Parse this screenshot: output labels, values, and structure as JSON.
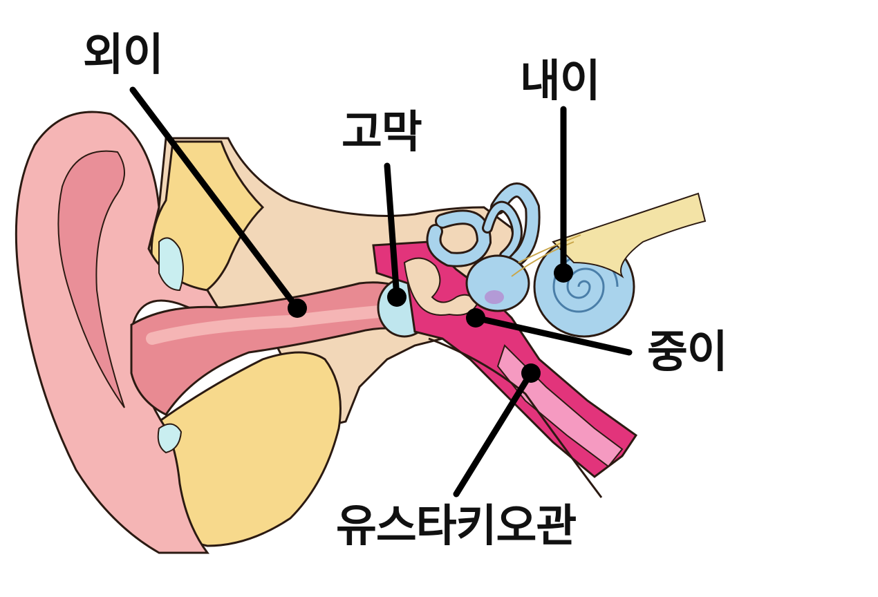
{
  "labels": {
    "outer_ear": "외이",
    "inner_ear": "내이",
    "eardrum": "고막",
    "middle_ear": "중이",
    "eustachian_tube": "유스타키오관"
  },
  "colors": {
    "auricle": "#f5b5b5",
    "canal": "#e88a92",
    "bone": "#f2d7b8",
    "fat": "#f7d98c",
    "cochlea": "#a9d3ec",
    "middle_ear_cavity": "#e2347b",
    "nerve": "#f3e3a6",
    "leader_line": "#000000"
  }
}
